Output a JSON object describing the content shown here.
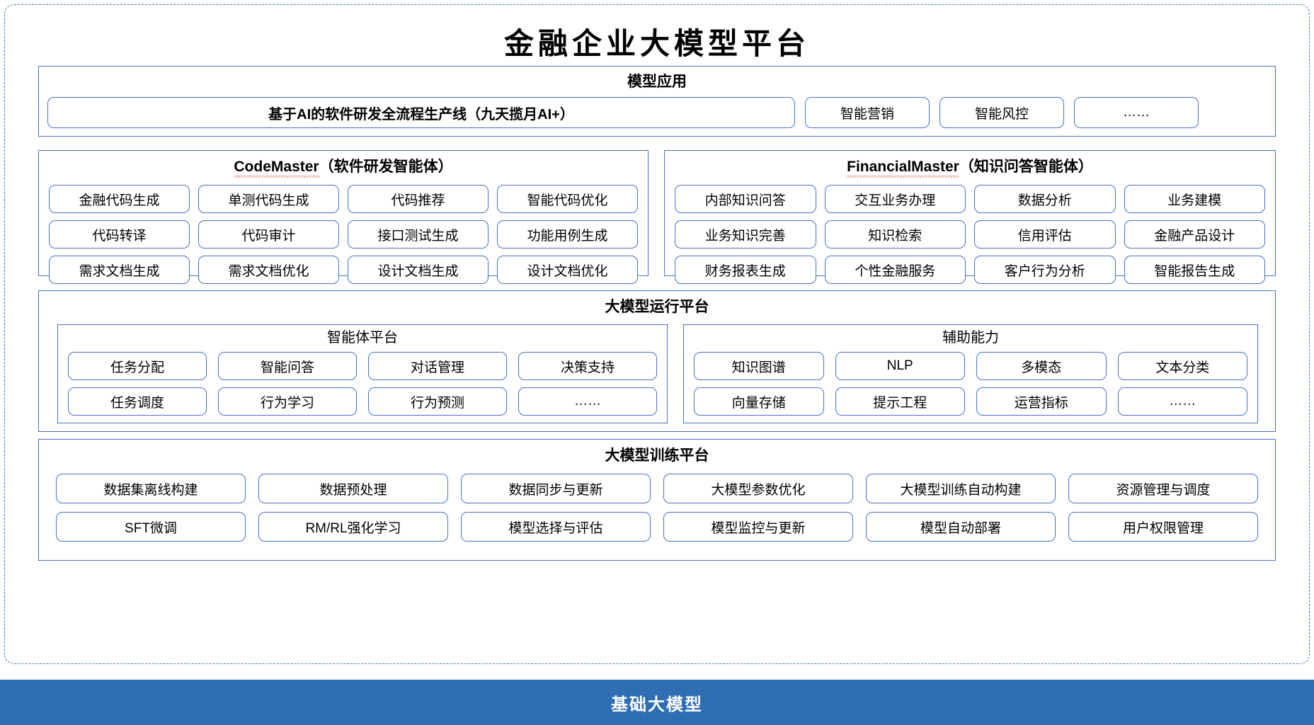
{
  "page_title": "金融企业大模型平台",
  "colors": {
    "border_blue": "#4472c4",
    "foundation_bar": "#2f6eb5",
    "spellcheck_red": "#e8453c",
    "text": "#000000",
    "background": "#ffffff"
  },
  "model_application": {
    "title": "模型应用",
    "items": [
      "基于AI的软件研发全流程生产线（九天揽月AI+）",
      "智能营销",
      "智能风控",
      "……"
    ]
  },
  "code_master": {
    "title_main": "CodeMaster",
    "title_suffix": "（软件研发智能体）",
    "items": [
      "金融代码生成",
      "单测代码生成",
      "代码推荐",
      "智能代码优化",
      "代码转译",
      "代码审计",
      "接口测试生成",
      "功能用例生成",
      "需求文档生成",
      "需求文档优化",
      "设计文档生成",
      "设计文档优化"
    ]
  },
  "financial_master": {
    "title_main": "FinancialMaster",
    "title_suffix": "（知识问答智能体）",
    "items": [
      "内部知识问答",
      "交互业务办理",
      "数据分析",
      "业务建模",
      "业务知识完善",
      "知识检索",
      "信用评估",
      "金融产品设计",
      "财务报表生成",
      "个性金融服务",
      "客户行为分析",
      "智能报告生成"
    ]
  },
  "run_platform": {
    "title": "大模型运行平台",
    "agent_platform": {
      "title": "智能体平台",
      "items": [
        "任务分配",
        "智能问答",
        "对话管理",
        "决策支持",
        "任务调度",
        "行为学习",
        "行为预测",
        "……"
      ]
    },
    "auxiliary": {
      "title": "辅助能力",
      "items": [
        "知识图谱",
        "NLP",
        "多模态",
        "文本分类",
        "向量存储",
        "提示工程",
        "运营指标",
        "……"
      ]
    }
  },
  "train_platform": {
    "title": "大模型训练平台",
    "items": [
      "数据集离线构建",
      "数据预处理",
      "数据同步与更新",
      "大模型参数优化",
      "大模型训练自动构建",
      "资源管理与调度",
      "SFT微调",
      "RM/RL强化学习",
      "模型选择与评估",
      "模型监控与更新",
      "模型自动部署",
      "用户权限管理"
    ]
  },
  "foundation": {
    "label": "基础大模型"
  }
}
